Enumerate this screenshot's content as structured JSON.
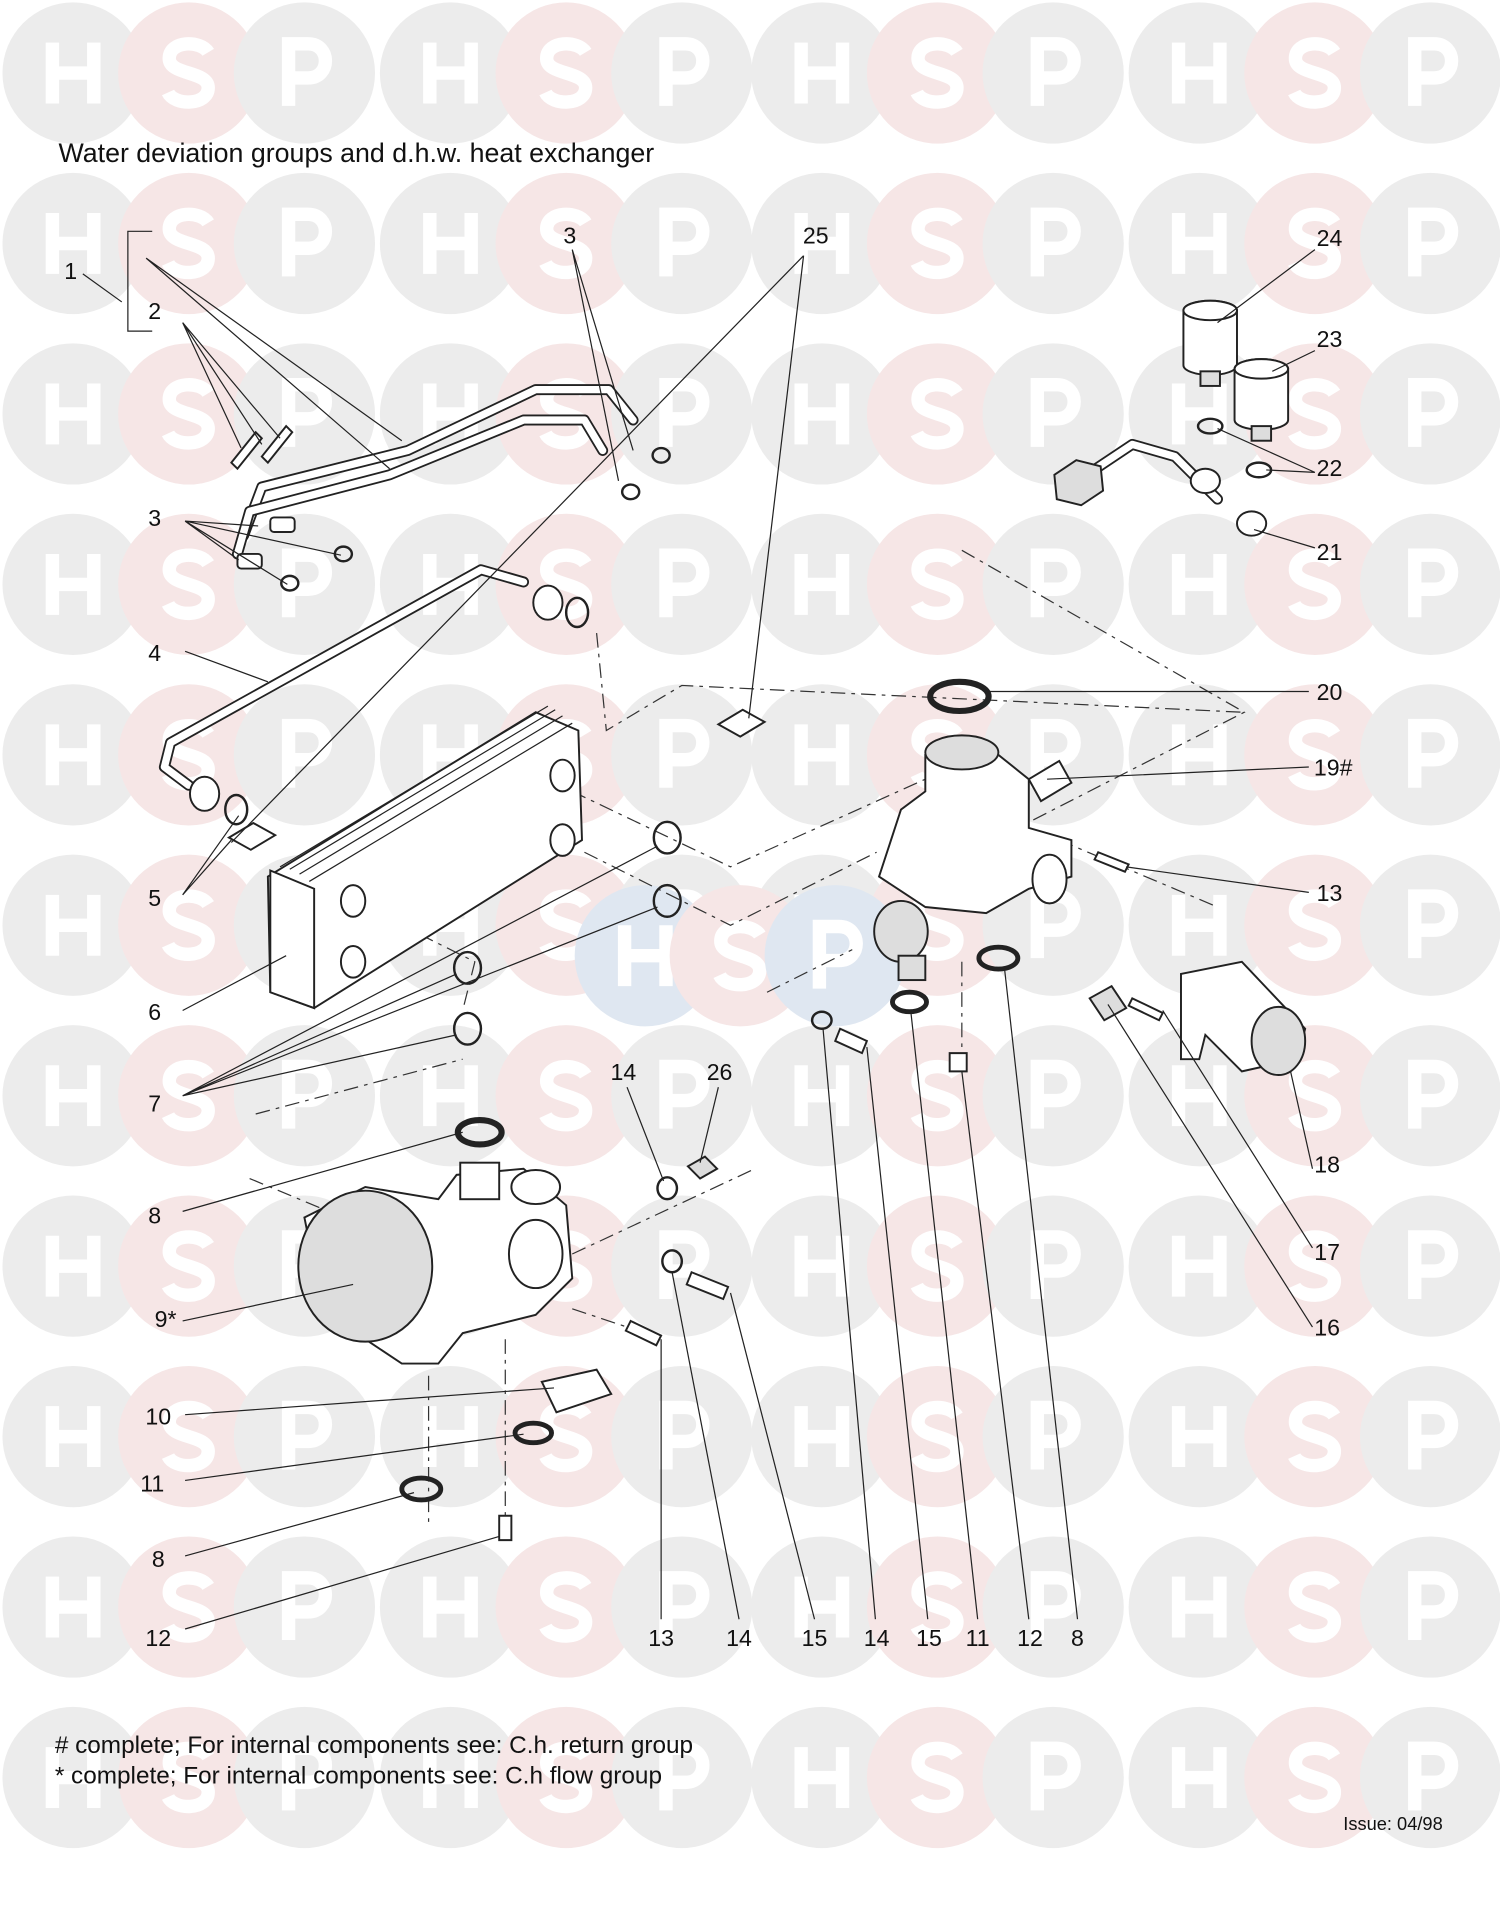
{
  "title": "Water deviation groups and d.h.w. heat exchanger",
  "watermark": {
    "letters": [
      "H",
      "S",
      "P"
    ],
    "grey": "#ececec",
    "pink": "#f6e6e6",
    "blue": "#dfe7f1"
  },
  "labels": [
    "1",
    "2",
    "3",
    "25",
    "24",
    "23",
    "22",
    "21",
    "3",
    "4",
    "20",
    "19#",
    "5",
    "13",
    "6",
    "7",
    "14",
    "26",
    "18",
    "8",
    "17",
    "9*",
    "16",
    "10",
    "11",
    "8",
    "12",
    "13",
    "14",
    "15",
    "14",
    "15",
    "11",
    "12",
    "8"
  ],
  "notes": [
    "# complete; For internal components see: C.h. return group",
    "* complete; For internal components see: C.h flow group"
  ],
  "issue": "Issue: 04/98"
}
